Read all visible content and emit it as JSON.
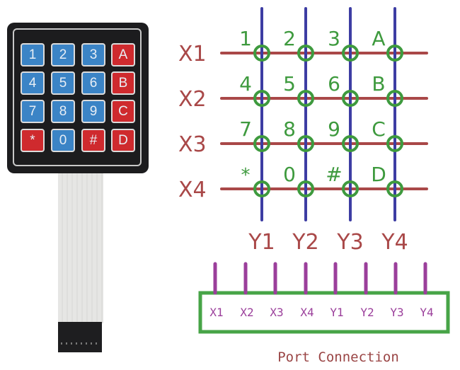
{
  "keypad": {
    "keys": [
      {
        "label": "1",
        "color": "blue"
      },
      {
        "label": "2",
        "color": "blue"
      },
      {
        "label": "3",
        "color": "blue"
      },
      {
        "label": "A",
        "color": "red"
      },
      {
        "label": "4",
        "color": "blue"
      },
      {
        "label": "5",
        "color": "blue"
      },
      {
        "label": "6",
        "color": "blue"
      },
      {
        "label": "B",
        "color": "red"
      },
      {
        "label": "7",
        "color": "blue"
      },
      {
        "label": "8",
        "color": "blue"
      },
      {
        "label": "9",
        "color": "blue"
      },
      {
        "label": "C",
        "color": "red"
      },
      {
        "label": "*",
        "color": "red"
      },
      {
        "label": "0",
        "color": "blue"
      },
      {
        "label": "#",
        "color": "red"
      },
      {
        "label": "D",
        "color": "red"
      }
    ]
  },
  "matrix": {
    "rows": [
      "X1",
      "X2",
      "X3",
      "X4"
    ],
    "columns": [
      "Y1",
      "Y2",
      "Y3",
      "Y4"
    ],
    "cells": [
      [
        "1",
        "2",
        "3",
        "A"
      ],
      [
        "4",
        "5",
        "6",
        "B"
      ],
      [
        "7",
        "8",
        "9",
        "C"
      ],
      [
        "*",
        "0",
        "#",
        "D"
      ]
    ]
  },
  "port": {
    "pins": [
      "X1",
      "X2",
      "X3",
      "X4",
      "Y1",
      "Y2",
      "Y3",
      "Y4"
    ],
    "caption": "Port Connection"
  },
  "colors": {
    "row_line": "#a94848",
    "column_line": "#3d3da3",
    "node_circle": "#3e9a3e",
    "pin": "#9b3f9b",
    "port_box": "#47a447",
    "key_blue": "#3b84c6",
    "key_red": "#cf2a2e"
  }
}
